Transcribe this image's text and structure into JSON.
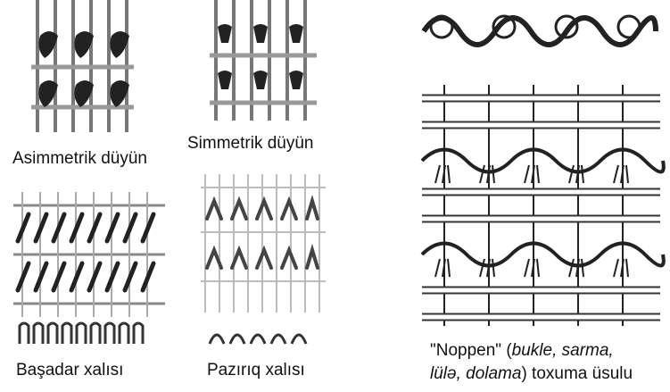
{
  "captions": {
    "asymmetric": "Asimmetrik düyün",
    "symmetric": "Simmetrik düyün",
    "basadar": "Başadar xalısı",
    "paziriq": "Pazırıq xalısı",
    "noppen": {
      "line1_a": "\"Noppen\" (",
      "line1_b": "bukle, sarma,",
      "line2_a": "lülə, dolama",
      "line2_b": ") toxuma üsulu"
    }
  },
  "colors": {
    "ink": "#1a1a1a",
    "thread": "#6a6a6a",
    "light": "#b8b8b8"
  }
}
